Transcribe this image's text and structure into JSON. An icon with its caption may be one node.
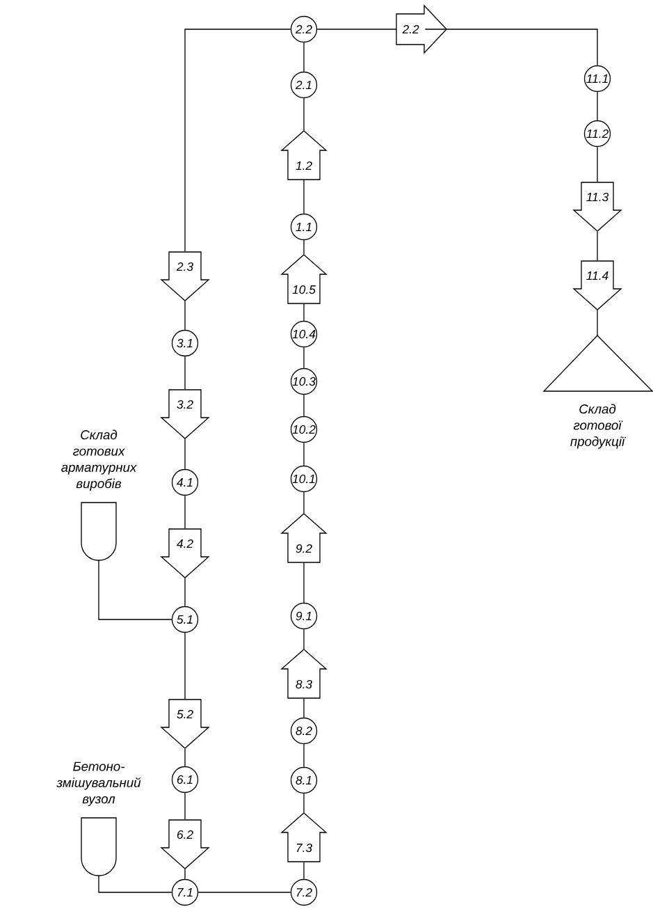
{
  "diagram": {
    "nodes": [
      {
        "text": [
          "2.2"
        ]
      },
      {
        "text": [
          "2.2"
        ]
      },
      {
        "text": [
          "2.1"
        ]
      },
      {
        "text": [
          "1.2"
        ]
      },
      {
        "text": [
          "1.1"
        ]
      },
      {
        "text": [
          "10.5"
        ]
      },
      {
        "text": [
          "10.4"
        ]
      },
      {
        "text": [
          "10.3"
        ]
      },
      {
        "text": [
          "10.2"
        ]
      },
      {
        "text": [
          "10.1"
        ]
      },
      {
        "text": [
          "9.2"
        ]
      },
      {
        "text": [
          "9.1"
        ]
      },
      {
        "text": [
          "8.3"
        ]
      },
      {
        "text": [
          "8.2"
        ]
      },
      {
        "text": [
          "8.1"
        ]
      },
      {
        "text": [
          "7.3"
        ]
      },
      {
        "text": [
          "7.2"
        ]
      },
      {
        "text": [
          "7.1"
        ]
      },
      {
        "text": [
          "6.2"
        ]
      },
      {
        "text": [
          "6.1"
        ]
      },
      {
        "text": [
          "5.2"
        ]
      },
      {
        "text": [
          "5.1"
        ]
      },
      {
        "text": [
          "4.2"
        ]
      },
      {
        "text": [
          "4.1"
        ]
      },
      {
        "text": [
          "3.2"
        ]
      },
      {
        "text": [
          "3.1"
        ]
      },
      {
        "text": [
          "2.3"
        ]
      },
      {
        "text": [
          "Склад готових арматурних виробів"
        ]
      },
      {
        "text": [
          "Бетоно-змішувальний вузол"
        ]
      },
      {
        "text": [
          "11.1"
        ]
      },
      {
        "text": [
          "11.2"
        ]
      },
      {
        "text": [
          "11.3"
        ]
      },
      {
        "text": [
          "11.4"
        ]
      },
      {
        "text": [
          "Склад готової продукції"
        ]
      }
    ],
    "edges": [
      {
        "from": 0,
        "to": 1,
        "arrow": "none"
      },
      {
        "from": 1,
        "to": 29,
        "arrow": "none"
      },
      {
        "from": 29,
        "to": 30,
        "arrow": "none"
      },
      {
        "from": 30,
        "to": 31,
        "arrow": "none"
      },
      {
        "from": 31,
        "to": 32,
        "arrow": "none"
      },
      {
        "from": 32,
        "to": 33,
        "arrow": "none"
      },
      {
        "from": 0,
        "to": 26,
        "arrow": "none"
      },
      {
        "from": 26,
        "to": 25,
        "arrow": "none"
      },
      {
        "from": 25,
        "to": 24,
        "arrow": "none"
      },
      {
        "from": 24,
        "to": 23,
        "arrow": "none"
      },
      {
        "from": 23,
        "to": 22,
        "arrow": "none"
      },
      {
        "from": 22,
        "to": 21,
        "arrow": "none"
      },
      {
        "from": 21,
        "to": 20,
        "arrow": "none"
      },
      {
        "from": 20,
        "to": 19,
        "arrow": "none"
      },
      {
        "from": 19,
        "to": 18,
        "arrow": "none"
      },
      {
        "from": 18,
        "to": 17,
        "arrow": "none"
      },
      {
        "from": 27,
        "to": 21,
        "arrow": "none"
      },
      {
        "from": 28,
        "to": 17,
        "arrow": "none"
      },
      {
        "from": 17,
        "to": 16,
        "arrow": "none"
      },
      {
        "from": 16,
        "to": 15,
        "arrow": "none"
      },
      {
        "from": 15,
        "to": 14,
        "arrow": "none"
      },
      {
        "from": 14,
        "to": 13,
        "arrow": "none"
      },
      {
        "from": 13,
        "to": 12,
        "arrow": "none"
      },
      {
        "from": 12,
        "to": 11,
        "arrow": "none"
      },
      {
        "from": 11,
        "to": 10,
        "arrow": "none"
      },
      {
        "from": 10,
        "to": 9,
        "arrow": "none"
      },
      {
        "from": 9,
        "to": 8,
        "arrow": "none"
      },
      {
        "from": 8,
        "to": 7,
        "arrow": "none"
      },
      {
        "from": 7,
        "to": 6,
        "arrow": "none"
      },
      {
        "from": 6,
        "to": 5,
        "arrow": "none"
      },
      {
        "from": 5,
        "to": 4,
        "arrow": "none"
      },
      {
        "from": 4,
        "to": 3,
        "arrow": "none"
      },
      {
        "from": 3,
        "to": 2,
        "arrow": "none"
      },
      {
        "from": 2,
        "to": 0,
        "arrow": "none"
      }
    ]
  }
}
